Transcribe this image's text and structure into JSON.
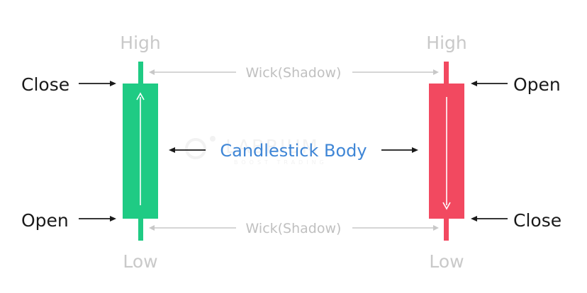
{
  "colors": {
    "bullish": "#1fcb84",
    "bearish": "#f24960",
    "label_gray": "#c9c9c9",
    "wick_gray": "#c0c0c0",
    "arrow_dark": "#1a1a1a",
    "accent_blue": "#3f86d6",
    "watermark": "#f2f2f2"
  },
  "bullish_candle": {
    "high_label": "High",
    "low_label": "Low",
    "left_top_label": "Close",
    "left_bottom_label": "Open"
  },
  "bearish_candle": {
    "high_label": "High",
    "low_label": "Low",
    "right_top_label": "Open",
    "right_bottom_label": "Close"
  },
  "wick_top_label": "Wick(Shadow)",
  "wick_bottom_label": "Wick(Shadow)",
  "body_label": "Candlestick Body",
  "watermark": {
    "brand": "LABRIUM",
    "tagline": "BOOST TRADING"
  }
}
